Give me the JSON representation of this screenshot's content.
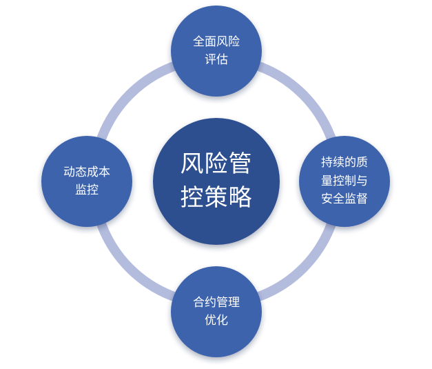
{
  "colors": {
    "ring": "#b3bcdd",
    "node_fill": "#3e64ad",
    "center_fill": "#2e4f8f",
    "text": "#ffffff"
  },
  "center": {
    "line1": "风险管",
    "line2": "控策略"
  },
  "nodes": {
    "top": {
      "line1": "全面风险",
      "line2": "评估"
    },
    "left": {
      "line1": "动态成本",
      "line2": "监控"
    },
    "right": {
      "line1": "持续的质",
      "line2": "量控制与",
      "line3": "安全监督"
    },
    "bottom": {
      "line1": "合约管理",
      "line2": "优化"
    }
  }
}
